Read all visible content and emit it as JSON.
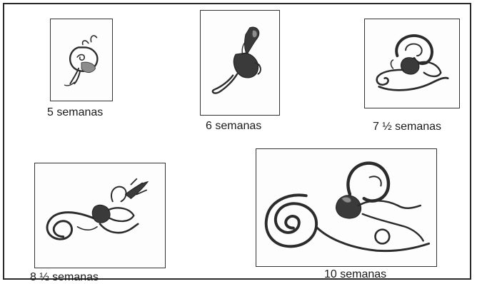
{
  "stages": [
    {
      "caption": "5 semanas"
    },
    {
      "caption": "6 semanas"
    },
    {
      "caption": "7 ½  semanas"
    },
    {
      "caption": "8 ½ semanas"
    },
    {
      "caption": "10 semanas"
    }
  ]
}
